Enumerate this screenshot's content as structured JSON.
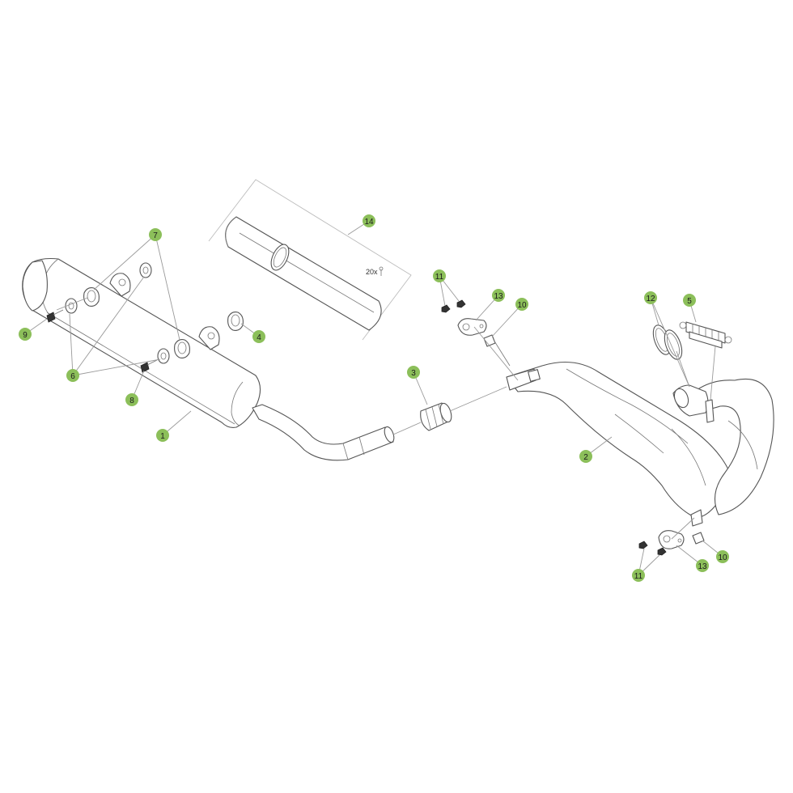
{
  "callouts": [
    {
      "id": "c1",
      "label": "1"
    },
    {
      "id": "c2",
      "label": "2"
    },
    {
      "id": "c3",
      "label": "3"
    },
    {
      "id": "c4",
      "label": "4"
    },
    {
      "id": "c5",
      "label": "5"
    },
    {
      "id": "c6",
      "label": "6"
    },
    {
      "id": "c7",
      "label": "7"
    },
    {
      "id": "c8",
      "label": "8"
    },
    {
      "id": "c9",
      "label": "9"
    },
    {
      "id": "c10a",
      "label": "10"
    },
    {
      "id": "c10b",
      "label": "10"
    },
    {
      "id": "c11a",
      "label": "11"
    },
    {
      "id": "c11b",
      "label": "11"
    },
    {
      "id": "c12",
      "label": "12"
    },
    {
      "id": "c13a",
      "label": "13"
    },
    {
      "id": "c13b",
      "label": "13"
    },
    {
      "id": "c14",
      "label": "14"
    }
  ],
  "kit_note": "20x",
  "colors": {
    "callout": "#8cbf5a",
    "line": "#555555"
  }
}
